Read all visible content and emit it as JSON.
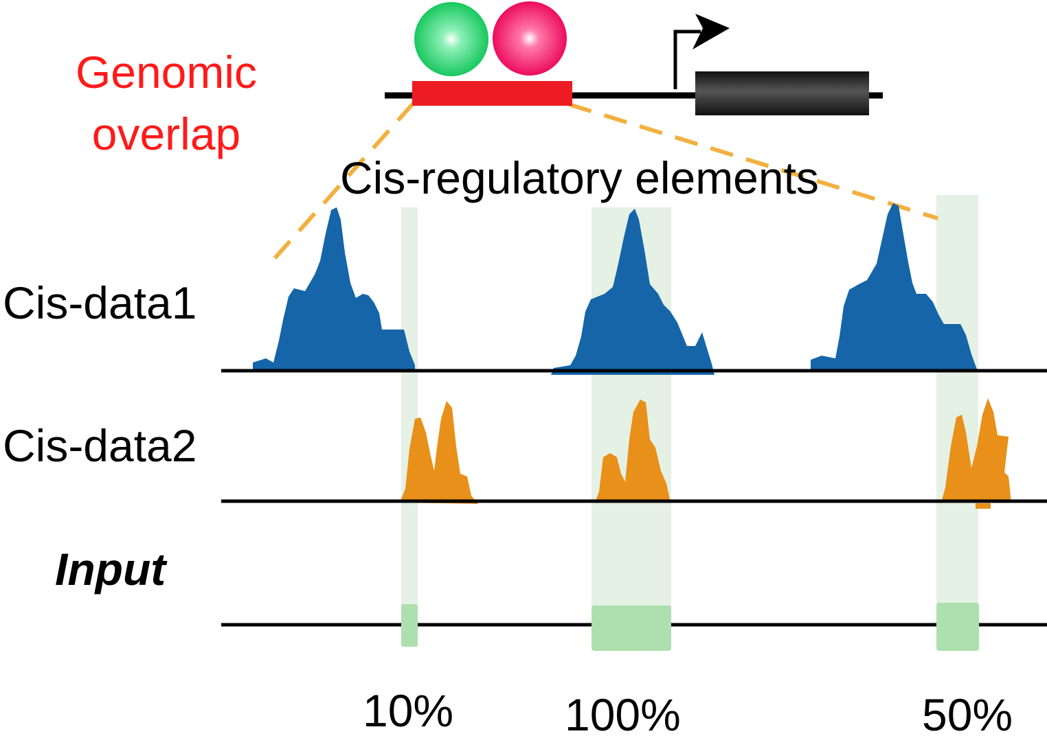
{
  "labels": {
    "genomic_overlap_line1": "Genomic",
    "genomic_overlap_line2": "overlap",
    "cis_regulatory": "Cis-regulatory elements",
    "track1": "Cis-data1",
    "track2": "Cis-data2",
    "track3": "Input"
  },
  "percentages": [
    "10%",
    "100%",
    "50%"
  ],
  "colors": {
    "overlap_text": "#ff1a1a",
    "overlap_bar": "#ed1c24",
    "gene_box": "#1a1a1a",
    "track1_fill": "#1565a8",
    "track2_fill": "#e8901a",
    "highlight": "#e4f1e4",
    "input_box": "#aedfae",
    "dashed_line": "#f2b040",
    "factor_1": "#22cc66",
    "factor_2": "#ee1166"
  },
  "icons": {
    "factors": [
      "green-sphere-icon",
      "pink-sphere-icon"
    ],
    "tss": "tss-arrow-icon"
  }
}
